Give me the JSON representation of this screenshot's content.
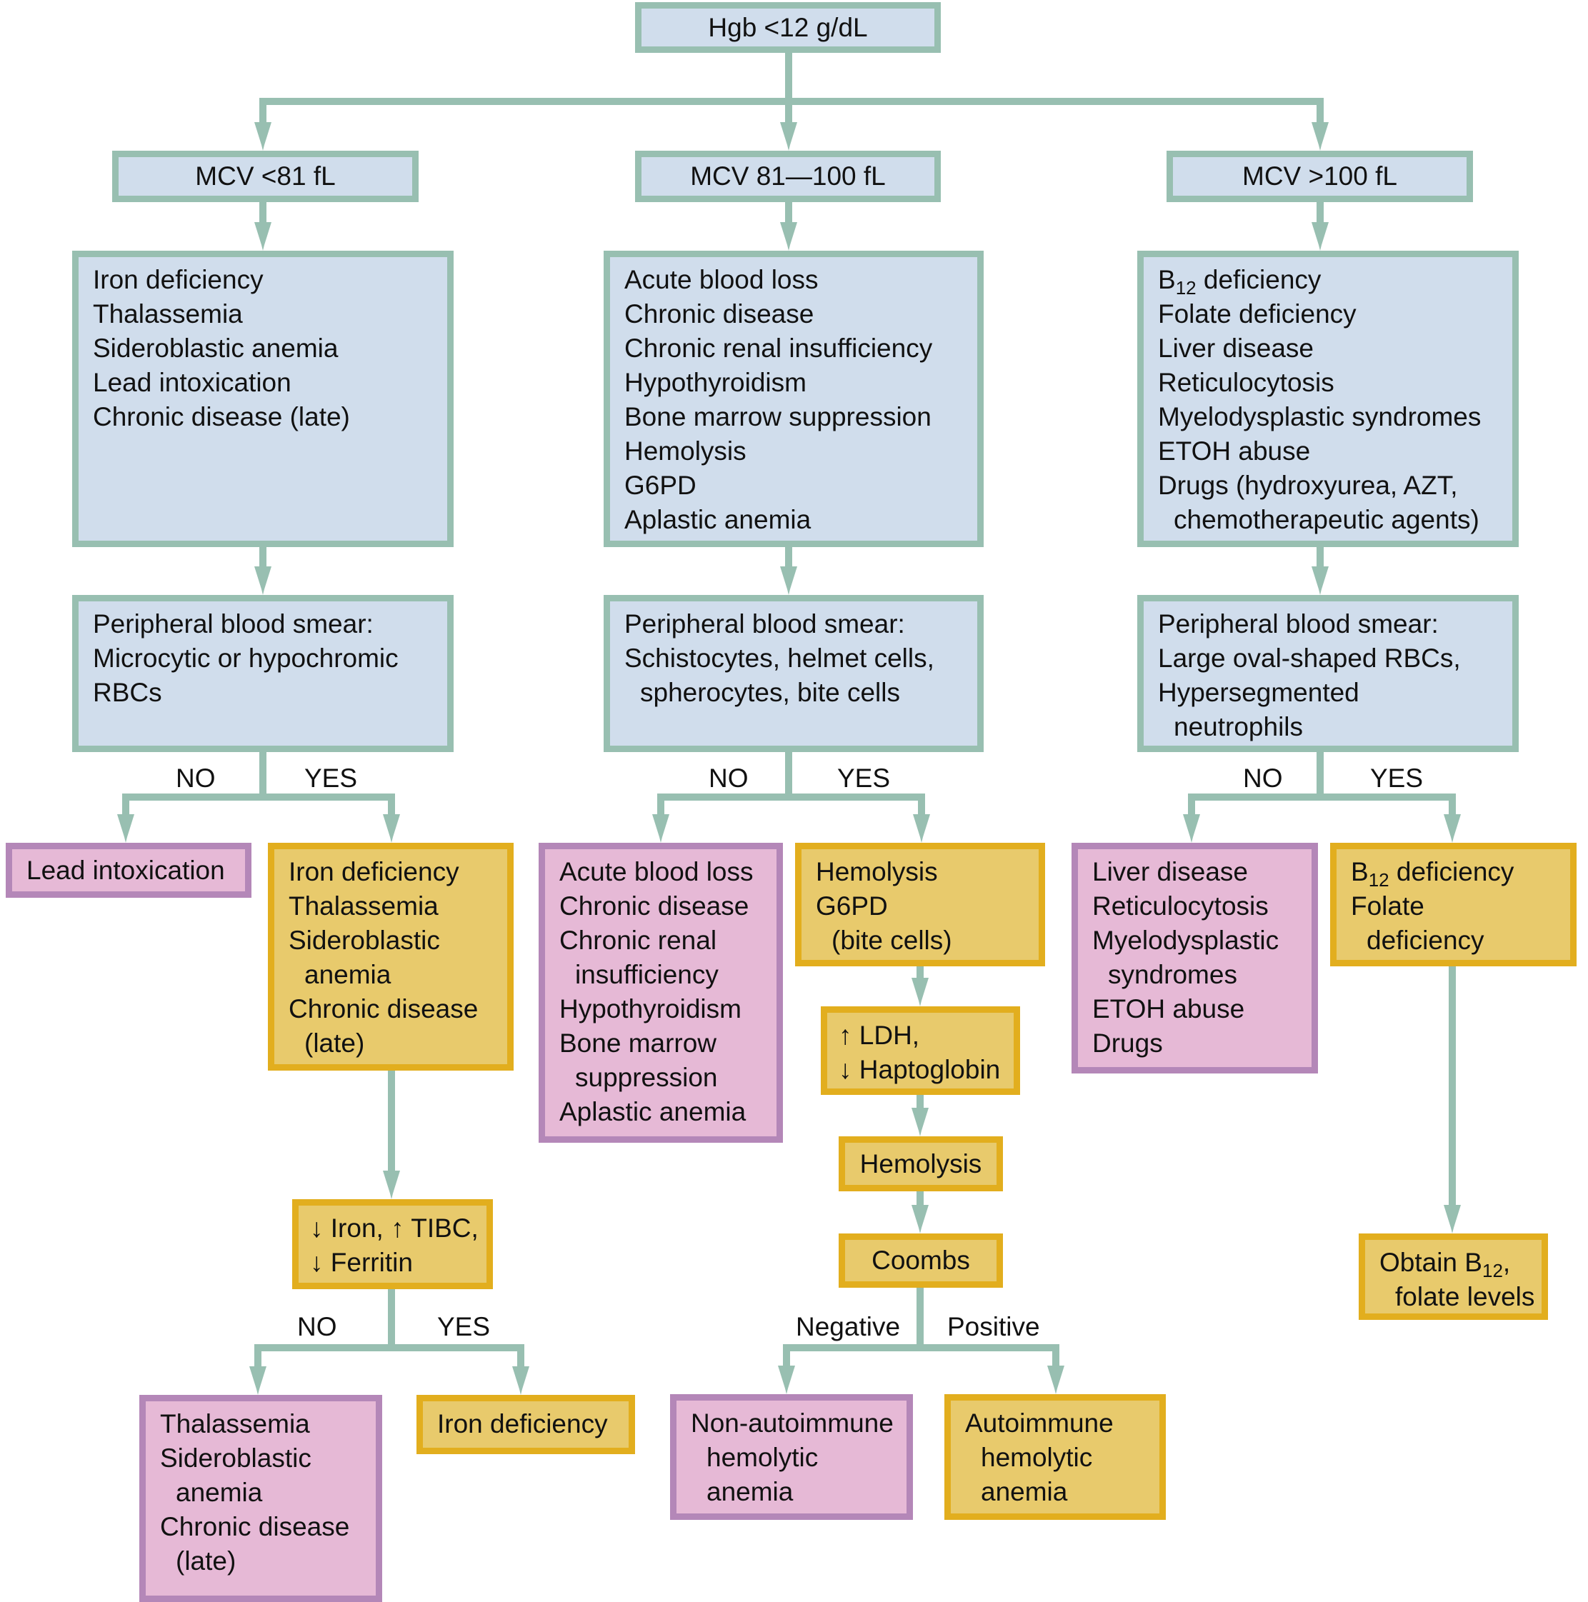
{
  "colors": {
    "connector": "#98bfb1",
    "blue_fill": "#d0ddec",
    "pink_fill": "#e6b9d6",
    "yellow_fill": "#e8ca6c"
  },
  "root": {
    "text": "Hgb <12 g/dL"
  },
  "mcv": {
    "low": "MCV <81 fL",
    "normal": "MCV 81—100 fL",
    "high": "MCV >100 fL"
  },
  "differentials": {
    "microcytic": [
      "Iron deficiency",
      "Thalassemia",
      "Sideroblastic anemia",
      "Lead intoxication",
      "Chronic disease (late)"
    ],
    "normocytic": [
      "Acute blood loss",
      "Chronic disease",
      "Chronic renal insufficiency",
      "Hypothyroidism",
      "Bone marrow suppression",
      "Hemolysis",
      "G6PD",
      "Aplastic anemia"
    ],
    "macrocytic": {
      "b12_prefix": "B",
      "b12_sub": "12",
      "b12_suffix": " deficiency",
      "items": [
        "Folate deficiency",
        "Liver disease",
        "Reticulocytosis",
        "Myelodysplastic syndromes",
        "ETOH abuse",
        "Drugs (hydroxyurea, AZT,",
        "chemotherapeutic agents)"
      ]
    }
  },
  "smear": {
    "microcytic": [
      "Peripheral blood smear:",
      "Microcytic or hypochromic",
      "RBCs"
    ],
    "normocytic": [
      "Peripheral blood smear:",
      "Schistocytes, helmet cells,",
      "spherocytes, bite cells"
    ],
    "macrocytic": [
      "Peripheral blood smear:",
      "Large oval-shaped RBCs,",
      "Hypersegmented",
      "neutrophils"
    ]
  },
  "branch_labels": {
    "no": "NO",
    "yes": "YES",
    "negative": "Negative",
    "positive": "Positive"
  },
  "micro_no": "Lead intoxication",
  "micro_yes": [
    "Iron deficiency",
    "Thalassemia",
    "Sideroblastic",
    "anemia",
    "Chronic disease",
    "(late)"
  ],
  "iron_studies": {
    "line1_arrow1": "↓",
    "line1_a": " Iron, ",
    "line1_arrow2": "↑",
    "line1_b": " TIBC,",
    "line2_arrow": "↓",
    "line2": " Ferritin"
  },
  "iron_no": [
    "Thalassemia",
    "Sideroblastic",
    "anemia",
    "Chronic disease",
    "(late)"
  ],
  "iron_yes": "Iron deficiency",
  "normo_no": [
    "Acute blood loss",
    "Chronic disease",
    "Chronic renal",
    "insufficiency",
    "Hypothyroidism",
    "Bone marrow",
    "suppression",
    "Aplastic anemia"
  ],
  "normo_yes": [
    "Hemolysis",
    "G6PD",
    "(bite cells)"
  ],
  "hemolysis_labs": {
    "arrow_up": "↑",
    "line1": " LDH,",
    "arrow_down": "↓",
    "line2": " Haptoglobin"
  },
  "hemolysis_confirm": "Hemolysis",
  "coombs": "Coombs",
  "coombs_negative": [
    "Non-autoimmune",
    "hemolytic",
    "anemia"
  ],
  "coombs_positive": [
    "Autoimmune",
    "hemolytic",
    "anemia"
  ],
  "macro_no": [
    "Liver disease",
    "Reticulocytosis",
    "Myelodysplastic",
    "syndromes",
    "ETOH abuse",
    "Drugs"
  ],
  "macro_yes": {
    "b12_prefix": "B",
    "b12_sub": "12",
    "b12_suffix": " deficiency",
    "items": [
      "Folate",
      "deficiency"
    ]
  },
  "obtain_levels": {
    "prefix": "Obtain B",
    "sub": "12",
    "suffix": ",",
    "line2": "folate levels"
  }
}
